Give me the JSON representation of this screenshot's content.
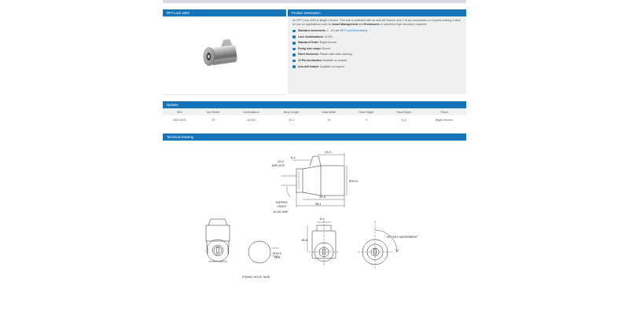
{
  "product": {
    "title": "RPT Lock 4302",
    "image_alt": "lock-photo"
  },
  "description": {
    "header": "Product Description",
    "intro_1": "An RPT Lock 4302 in Bright Chrome. This lock is available with an anti-drill feature and a 10-pin mechanism on request making it ideal for use on applications such as ",
    "intro_b1": "Asset Management",
    "intro_2": " and ",
    "intro_b2": "Enclosures",
    "intro_3": " or anywhere high security is required.",
    "specs": [
      {
        "label": "Standard movements:",
        "value": "1 - 20 (see ",
        "link": "RPT Lock Movements",
        "tail": ")"
      },
      {
        "label": "Lock Combinations:",
        "value": "10,000"
      },
      {
        "label": "Standard Finish:",
        "value": "Bright chrome"
      },
      {
        "label": "Fixing hole shape:",
        "value": "Round"
      },
      {
        "label": "Panel thickness:",
        "value": "Please state when ordering"
      },
      {
        "label": "10 Pin mechanism:",
        "value": "Available on request"
      },
      {
        "label": "Anti-drill feature:",
        "value": "Available on request"
      }
    ]
  },
  "options": {
    "header": "Options",
    "columns": [
      "SKU",
      "Key Series",
      "Combinations",
      "Body Length",
      "Head Width",
      "Head Height",
      "Head Depth",
      "Finish"
    ],
    "rows": [
      [
        "4302-0100",
        "20",
        "10,000",
        "32.4",
        "19",
        "0",
        "23.3",
        "Bright Chrome"
      ]
    ]
  },
  "drawing": {
    "header": "Technical Drawing",
    "dims": {
      "d64_top": "6.4",
      "d233": "23.3",
      "aflats_1": "12.4",
      "aflats_2": "A/FLATS",
      "dia190": "Ø19.0",
      "d324": "32.4",
      "d381": "38.1",
      "tapped_1": "TAPPED",
      "tapped_2": "HOLE",
      "tapped_3": "10-32 UNF",
      "dia192_1": "Ø19.2",
      "dia192_2": "MIN",
      "fixing": "FIXING HOLE SIZE",
      "d64_b": "6.4",
      "d156": "15.6",
      "movement": "90° KEY MOVEMENT"
    }
  }
}
